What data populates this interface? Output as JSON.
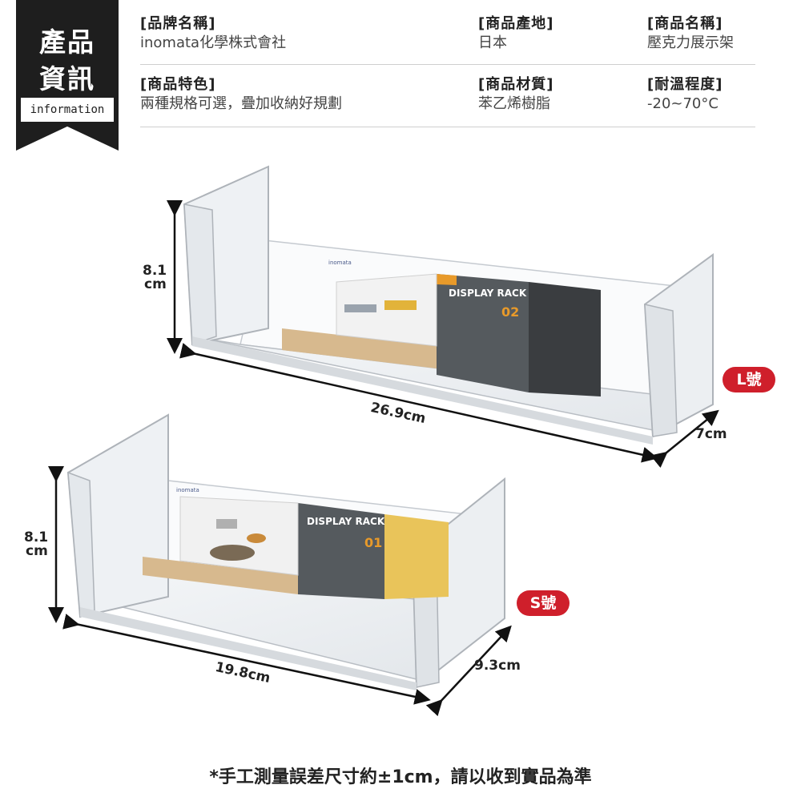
{
  "badge": {
    "line1": "產品",
    "line2": "資訊",
    "sub": "information"
  },
  "info": {
    "brand_label": "[品牌名稱]",
    "brand_value": "inomata化學株式會社",
    "origin_label": "[商品產地]",
    "origin_value": "日本",
    "name_label": "[商品名稱]",
    "name_value": "壓克力展示架",
    "feature_label": "[商品特色]",
    "feature_value": "兩種規格可選，疊加收納好規劃",
    "material_label": "[商品材質]",
    "material_value": "苯乙烯樹脂",
    "temp_label": "[耐溫程度]",
    "temp_value": "-20~70°C"
  },
  "products": {
    "large": {
      "height_value": "8.1",
      "height_unit": "cm",
      "width": "26.9cm",
      "depth": "7cm",
      "tag": "L號",
      "package_title": "DISPLAY RACK",
      "package_num": "02",
      "logo": "inomata"
    },
    "small": {
      "height_value": "8.1",
      "height_unit": "cm",
      "width": "19.8cm",
      "depth": "9.3cm",
      "tag": "S號",
      "package_title": "DISPLAY RACK",
      "package_num": "01",
      "logo": "inomata"
    }
  },
  "footnote": "*手工測量誤差尺寸約±1cm，請以收到實品為準",
  "colors": {
    "tag_red": "#cf1f2b",
    "badge_dark": "#1e1e1e",
    "package_gray": "#555a5e",
    "package_orange": "#e89a2a"
  }
}
